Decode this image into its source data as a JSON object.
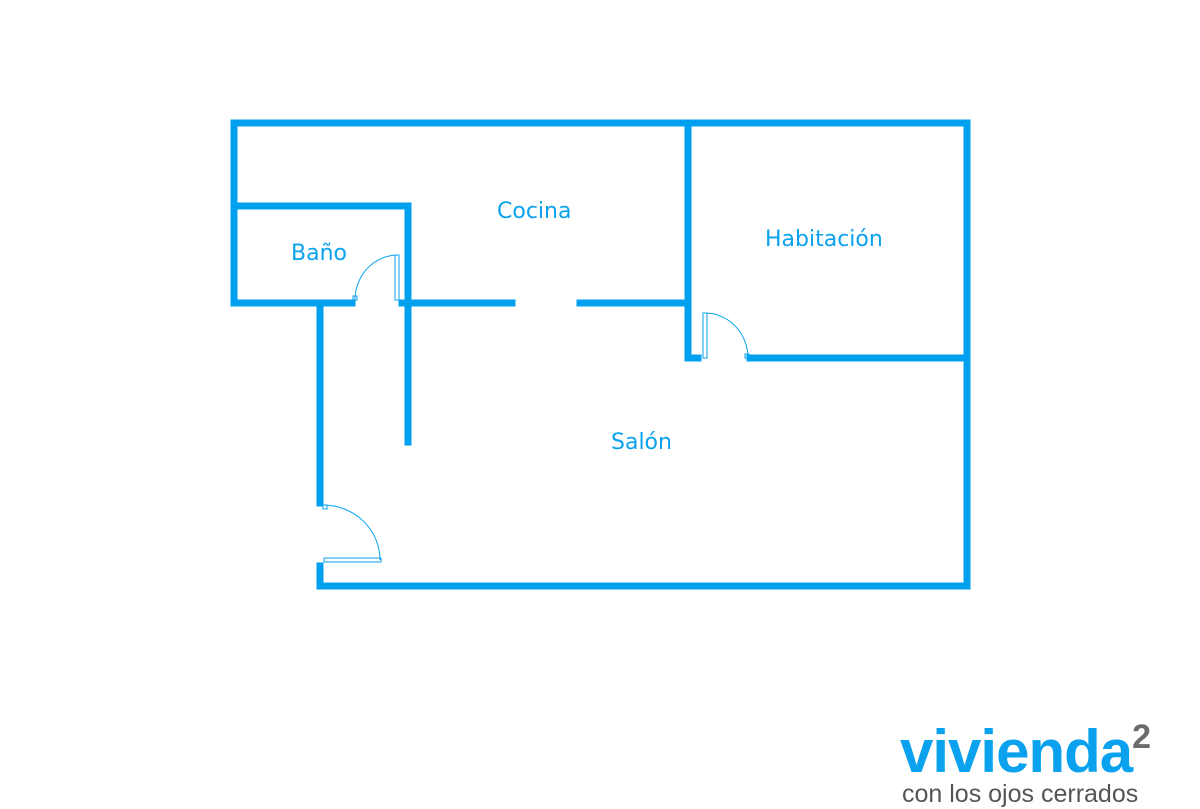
{
  "plan": {
    "wall_color": "#00a0f0",
    "rooms": {
      "cocina": "Cocina",
      "bano": "Baño",
      "habitacion": "Habitación",
      "salon": "Salón"
    }
  },
  "logo": {
    "name": "vivienda",
    "superscript": "2",
    "tagline": "con los ojos cerrados"
  }
}
